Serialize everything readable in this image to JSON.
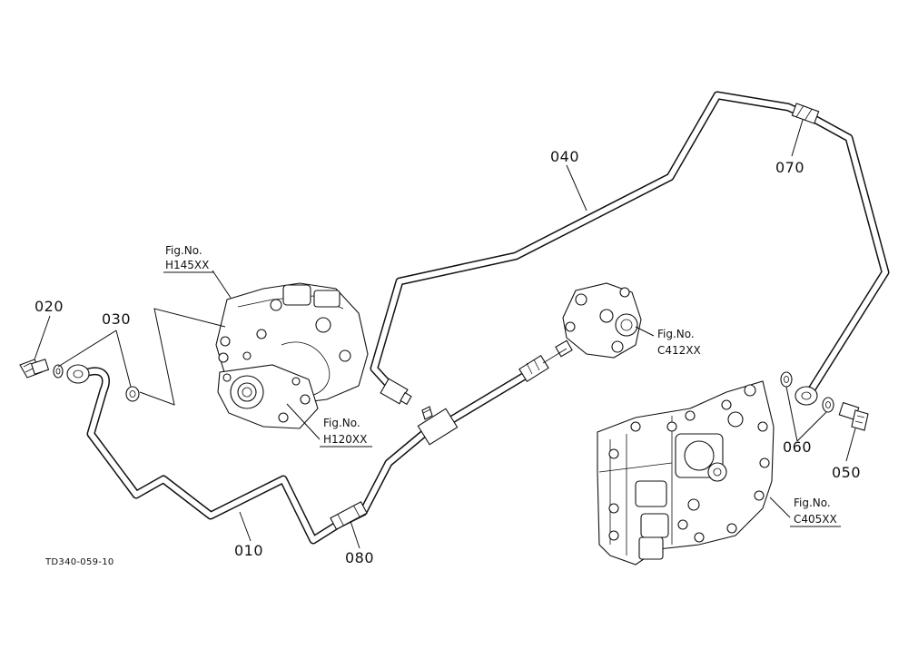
{
  "parts": {
    "p010": "010",
    "p020": "020",
    "p030": "030",
    "p040": "040",
    "p050": "050",
    "p060": "060",
    "p070": "070",
    "p080": "080"
  },
  "figrefs": {
    "h145": {
      "title": "Fig.No.",
      "code": "H145XX"
    },
    "h120": {
      "title": "Fig.No.",
      "code": "H120XX"
    },
    "c412": {
      "title": "Fig.No.",
      "code": "C412XX"
    },
    "c405": {
      "title": "Fig.No.",
      "code": "C405XX"
    }
  },
  "drawing_code": "TD340-059-10"
}
